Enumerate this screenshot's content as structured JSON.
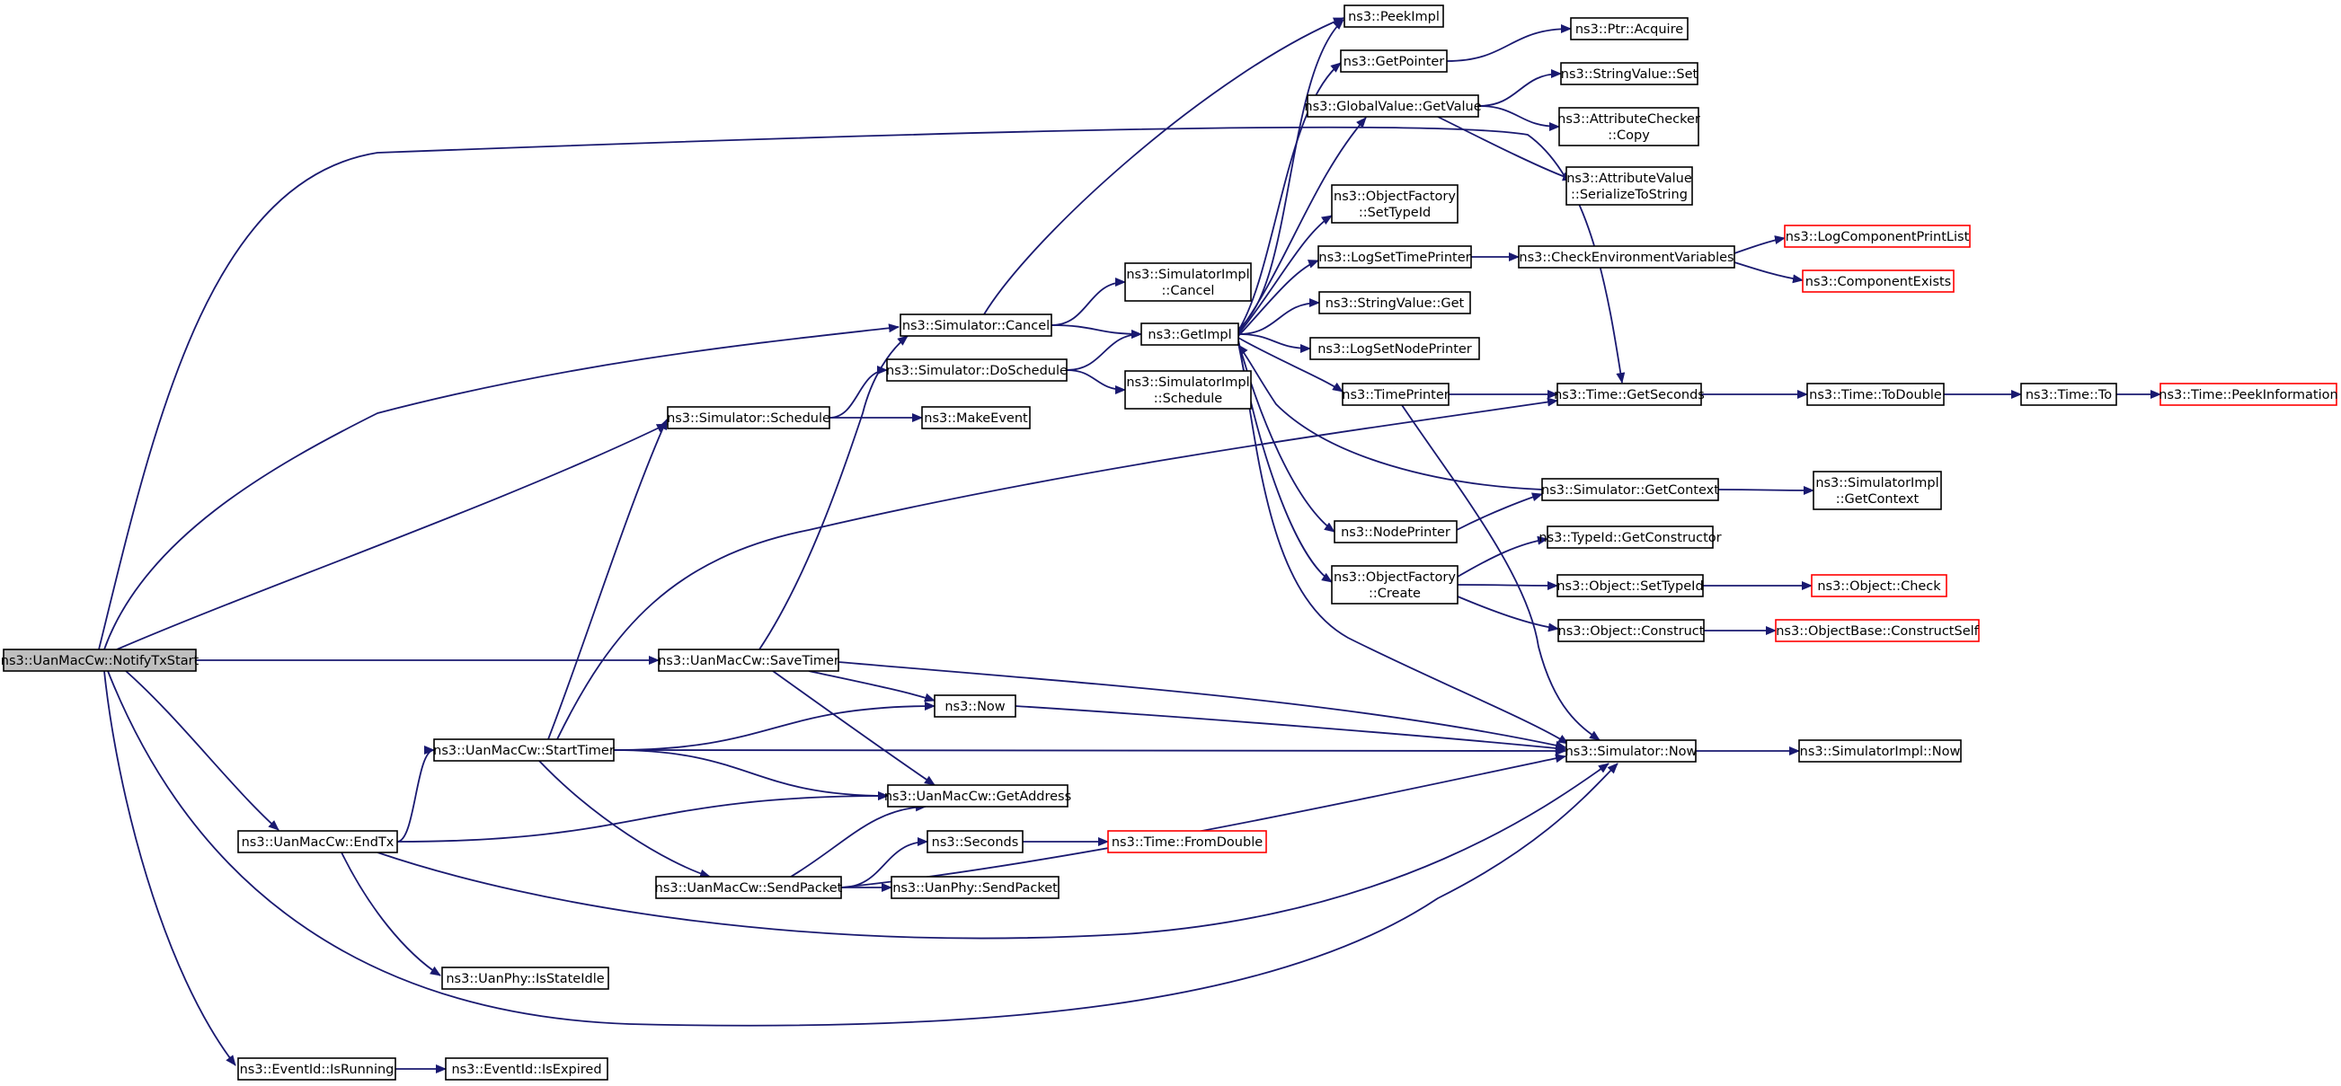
{
  "colors": {
    "edge": "#191970",
    "arrowhead": "#191970",
    "node_border": "#000000",
    "node_border_truncated": "#ff0000",
    "node_fill": "#ffffff",
    "root_fill": "#bfbfbf"
  },
  "nodes": [
    {
      "id": "notify_tx_start",
      "lines": [
        "ns3::UanMacCw::NotifyTxStart"
      ],
      "root": true
    },
    {
      "id": "sim_cancel",
      "lines": [
        "ns3::Simulator::Cancel"
      ]
    },
    {
      "id": "sim_schedule",
      "lines": [
        "ns3::Simulator::Schedule"
      ]
    },
    {
      "id": "save_timer",
      "lines": [
        "ns3::UanMacCw::SaveTimer"
      ]
    },
    {
      "id": "end_tx",
      "lines": [
        "ns3::UanMacCw::EndTx"
      ]
    },
    {
      "id": "is_running",
      "lines": [
        "ns3::EventId::IsRunning"
      ]
    },
    {
      "id": "is_expired",
      "lines": [
        "ns3::EventId::IsExpired"
      ]
    },
    {
      "id": "start_timer",
      "lines": [
        "ns3::UanMacCw::StartTimer"
      ]
    },
    {
      "id": "phy_is_state_idle",
      "lines": [
        "ns3::UanPhy::IsStateIdle"
      ]
    },
    {
      "id": "send_packet",
      "lines": [
        "ns3::UanMacCw::SendPacket"
      ]
    },
    {
      "id": "get_address",
      "lines": [
        "ns3::UanMacCw::GetAddress"
      ]
    },
    {
      "id": "now",
      "lines": [
        "ns3::Now"
      ]
    },
    {
      "id": "seconds",
      "lines": [
        "ns3::Seconds"
      ]
    },
    {
      "id": "phy_send_packet",
      "lines": [
        "ns3::UanPhy::SendPacket"
      ]
    },
    {
      "id": "from_double",
      "lines": [
        "ns3::Time::FromDouble"
      ],
      "truncated": true
    },
    {
      "id": "do_schedule",
      "lines": [
        "ns3::Simulator::DoSchedule"
      ]
    },
    {
      "id": "make_event",
      "lines": [
        "ns3::MakeEvent"
      ]
    },
    {
      "id": "get_impl",
      "lines": [
        "ns3::GetImpl"
      ]
    },
    {
      "id": "simimpl_cancel",
      "lines": [
        "ns3::SimulatorImpl",
        "::Cancel"
      ]
    },
    {
      "id": "simimpl_schedule",
      "lines": [
        "ns3::SimulatorImpl",
        "::Schedule"
      ]
    },
    {
      "id": "peek_impl",
      "lines": [
        "ns3::PeekImpl"
      ]
    },
    {
      "id": "get_pointer",
      "lines": [
        "ns3::GetPointer"
      ]
    },
    {
      "id": "globalvalue_getvalue",
      "lines": [
        "ns3::GlobalValue::GetValue"
      ]
    },
    {
      "id": "objfactory_settypeid",
      "lines": [
        "ns3::ObjectFactory",
        "::SetTypeId"
      ]
    },
    {
      "id": "log_set_time_printer",
      "lines": [
        "ns3::LogSetTimePrinter"
      ]
    },
    {
      "id": "stringvalue_get",
      "lines": [
        "ns3::StringValue::Get"
      ]
    },
    {
      "id": "log_set_node_printer",
      "lines": [
        "ns3::LogSetNodePrinter"
      ]
    },
    {
      "id": "time_printer",
      "lines": [
        "ns3::TimePrinter"
      ]
    },
    {
      "id": "node_printer",
      "lines": [
        "ns3::NodePrinter"
      ]
    },
    {
      "id": "objfactory_create",
      "lines": [
        "ns3::ObjectFactory",
        "::Create"
      ]
    },
    {
      "id": "ptr_acquire",
      "lines": [
        "ns3::Ptr::Acquire"
      ]
    },
    {
      "id": "stringvalue_set",
      "lines": [
        "ns3::StringValue::Set"
      ]
    },
    {
      "id": "attrchecker_copy",
      "lines": [
        "ns3::AttributeChecker",
        "::Copy"
      ]
    },
    {
      "id": "attrvalue_serialize",
      "lines": [
        "ns3::AttributeValue",
        "::SerializeToString"
      ]
    },
    {
      "id": "check_env_vars",
      "lines": [
        "ns3::CheckEnvironmentVariables"
      ]
    },
    {
      "id": "log_component_printlist",
      "lines": [
        "ns3::LogComponentPrintList"
      ],
      "truncated": true
    },
    {
      "id": "component_exists",
      "lines": [
        "ns3::ComponentExists"
      ],
      "truncated": true
    },
    {
      "id": "time_getseconds",
      "lines": [
        "ns3::Time::GetSeconds"
      ]
    },
    {
      "id": "time_todouble",
      "lines": [
        "ns3::Time::ToDouble"
      ]
    },
    {
      "id": "time_to",
      "lines": [
        "ns3::Time::To"
      ]
    },
    {
      "id": "time_peekinformation",
      "lines": [
        "ns3::Time::PeekInformation"
      ],
      "truncated": true
    },
    {
      "id": "sim_getcontext",
      "lines": [
        "ns3::Simulator::GetContext"
      ]
    },
    {
      "id": "simimpl_getcontext",
      "lines": [
        "ns3::SimulatorImpl",
        "::GetContext"
      ]
    },
    {
      "id": "typeid_getconstructor",
      "lines": [
        "ns3::TypeId::GetConstructor"
      ]
    },
    {
      "id": "object_settypeid",
      "lines": [
        "ns3::Object::SetTypeId"
      ]
    },
    {
      "id": "object_check",
      "lines": [
        "ns3::Object::Check"
      ],
      "truncated": true
    },
    {
      "id": "object_construct",
      "lines": [
        "ns3::Object::Construct"
      ]
    },
    {
      "id": "objectbase_constructself",
      "lines": [
        "ns3::ObjectBase::ConstructSelf"
      ],
      "truncated": true
    },
    {
      "id": "sim_now",
      "lines": [
        "ns3::Simulator::Now"
      ]
    },
    {
      "id": "simimpl_now",
      "lines": [
        "ns3::SimulatorImpl::Now"
      ]
    }
  ],
  "edges": [
    [
      "notify_tx_start",
      "sim_cancel"
    ],
    [
      "notify_tx_start",
      "sim_schedule"
    ],
    [
      "notify_tx_start",
      "time_getseconds"
    ],
    [
      "notify_tx_start",
      "save_timer"
    ],
    [
      "notify_tx_start",
      "end_tx"
    ],
    [
      "notify_tx_start",
      "is_running"
    ],
    [
      "notify_tx_start",
      "sim_now"
    ],
    [
      "sim_cancel",
      "peek_impl"
    ],
    [
      "sim_cancel",
      "simimpl_cancel"
    ],
    [
      "sim_cancel",
      "get_impl"
    ],
    [
      "sim_schedule",
      "do_schedule"
    ],
    [
      "sim_schedule",
      "make_event"
    ],
    [
      "do_schedule",
      "get_impl"
    ],
    [
      "do_schedule",
      "simimpl_schedule"
    ],
    [
      "get_impl",
      "peek_impl"
    ],
    [
      "get_impl",
      "get_pointer"
    ],
    [
      "get_impl",
      "globalvalue_getvalue"
    ],
    [
      "get_impl",
      "objfactory_settypeid"
    ],
    [
      "get_impl",
      "log_set_time_printer"
    ],
    [
      "get_impl",
      "stringvalue_get"
    ],
    [
      "get_impl",
      "log_set_node_printer"
    ],
    [
      "get_impl",
      "time_printer"
    ],
    [
      "get_impl",
      "node_printer"
    ],
    [
      "get_impl",
      "objfactory_create"
    ],
    [
      "get_impl",
      "sim_now"
    ],
    [
      "get_pointer",
      "ptr_acquire"
    ],
    [
      "globalvalue_getvalue",
      "stringvalue_set"
    ],
    [
      "globalvalue_getvalue",
      "attrchecker_copy"
    ],
    [
      "globalvalue_getvalue",
      "attrvalue_serialize"
    ],
    [
      "log_set_time_printer",
      "check_env_vars"
    ],
    [
      "check_env_vars",
      "log_component_printlist"
    ],
    [
      "check_env_vars",
      "component_exists"
    ],
    [
      "time_printer",
      "time_getseconds"
    ],
    [
      "time_printer",
      "sim_now"
    ],
    [
      "node_printer",
      "sim_getcontext"
    ],
    [
      "sim_getcontext",
      "get_impl"
    ],
    [
      "sim_getcontext",
      "simimpl_getcontext"
    ],
    [
      "objfactory_create",
      "typeid_getconstructor"
    ],
    [
      "objfactory_create",
      "object_settypeid"
    ],
    [
      "objfactory_create",
      "object_construct"
    ],
    [
      "object_settypeid",
      "object_check"
    ],
    [
      "object_construct",
      "objectbase_constructself"
    ],
    [
      "time_getseconds",
      "time_todouble"
    ],
    [
      "time_todouble",
      "time_to"
    ],
    [
      "time_to",
      "time_peekinformation"
    ],
    [
      "save_timer",
      "sim_cancel"
    ],
    [
      "save_timer",
      "now"
    ],
    [
      "save_timer",
      "get_address"
    ],
    [
      "save_timer",
      "sim_now"
    ],
    [
      "end_tx",
      "start_timer"
    ],
    [
      "end_tx",
      "get_address"
    ],
    [
      "end_tx",
      "phy_is_state_idle"
    ],
    [
      "end_tx",
      "sim_now"
    ],
    [
      "start_timer",
      "sim_schedule"
    ],
    [
      "start_timer",
      "time_getseconds"
    ],
    [
      "start_timer",
      "now"
    ],
    [
      "start_timer",
      "sim_now"
    ],
    [
      "start_timer",
      "get_address"
    ],
    [
      "start_timer",
      "send_packet"
    ],
    [
      "send_packet",
      "get_address"
    ],
    [
      "send_packet",
      "seconds"
    ],
    [
      "send_packet",
      "phy_send_packet"
    ],
    [
      "send_packet",
      "sim_now"
    ],
    [
      "seconds",
      "from_double"
    ],
    [
      "now",
      "sim_now"
    ],
    [
      "sim_now",
      "simimpl_now"
    ],
    [
      "is_running",
      "is_expired"
    ]
  ]
}
